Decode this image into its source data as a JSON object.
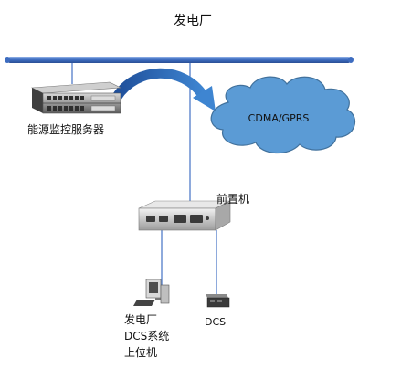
{
  "title": "发电厂",
  "server": {
    "label": "能源监控服务器"
  },
  "cloud": {
    "label": "CDMA/GPRS"
  },
  "front_machine": {
    "label": "前置机"
  },
  "dcs": {
    "label": "DCS"
  },
  "upper_computer": {
    "label_lines": [
      "发电厂",
      "DCS系统",
      "上位机"
    ]
  },
  "colors": {
    "bus": "#4472c4",
    "cloud_fill": "#5b9bd5",
    "cloud_stroke": "#41719c",
    "arrow": "#2f6db5",
    "lines": "#4472c4"
  }
}
